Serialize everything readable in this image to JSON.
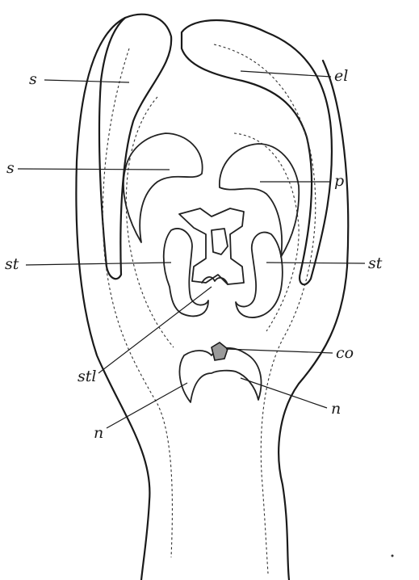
{
  "figure": {
    "labels": {
      "sepal_left": "s",
      "sepal_right": "el",
      "petal_left": "s",
      "petal_right": "p",
      "stamen_left": "st",
      "stamen_right": "st",
      "stamen_center": "stl",
      "cotyledon": "co",
      "nucellus_left": "n",
      "nucellus_right": "n"
    }
  }
}
